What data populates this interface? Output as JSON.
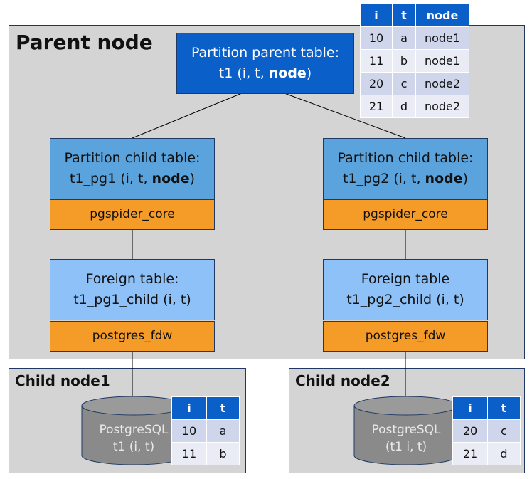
{
  "parent": {
    "title": "Parent node",
    "parent_table": {
      "line1": "Partition parent table:",
      "line2_prefix": "t1 (i, t, ",
      "line2_bold": "node",
      "line2_suffix": ")"
    },
    "child_table_1": {
      "line1": "Partition child table:",
      "line2_prefix": "t1_pg1 (i, t, ",
      "line2_bold": "node",
      "line2_suffix": ")"
    },
    "child_table_2": {
      "line1": "Partition child table:",
      "line2_prefix": "t1_pg2 (i, t, ",
      "line2_bold": "node",
      "line2_suffix": ")"
    },
    "core_1": "pgspider_core",
    "core_2": "pgspider_core",
    "foreign_1": {
      "line1": "Foreign table:",
      "line2": "t1_pg1_child (i, t)"
    },
    "foreign_2": {
      "line1": "Foreign table",
      "line2": "t1_pg2_child (i, t)"
    },
    "fdw_1": "postgres_fdw",
    "fdw_2": "postgres_fdw",
    "table": {
      "headers": [
        "i",
        "t",
        "node"
      ],
      "rows": [
        [
          "10",
          "a",
          "node1"
        ],
        [
          "11",
          "b",
          "node1"
        ],
        [
          "20",
          "c",
          "node2"
        ],
        [
          "21",
          "d",
          "node2"
        ]
      ]
    }
  },
  "child1": {
    "title": "Child node1",
    "db": {
      "line1": "PostgreSQL",
      "line2": "t1 (i, t)"
    },
    "table": {
      "headers": [
        "i",
        "t"
      ],
      "rows": [
        [
          "10",
          "a"
        ],
        [
          "11",
          "b"
        ]
      ]
    }
  },
  "child2": {
    "title": "Child node2",
    "db": {
      "line1": "PostgreSQL",
      "line2": "(t1 i, t)"
    },
    "table": {
      "headers": [
        "i",
        "t"
      ],
      "rows": [
        [
          "20",
          "c"
        ],
        [
          "21",
          "d"
        ]
      ]
    }
  },
  "colors": {
    "region": "#d4d4d4",
    "dark_blue": "#0a5fc9",
    "mid_blue": "#5aa3dc",
    "light_blue": "#8ec1f7",
    "orange": "#f59b27",
    "cylinder": "#8a8a8a"
  }
}
